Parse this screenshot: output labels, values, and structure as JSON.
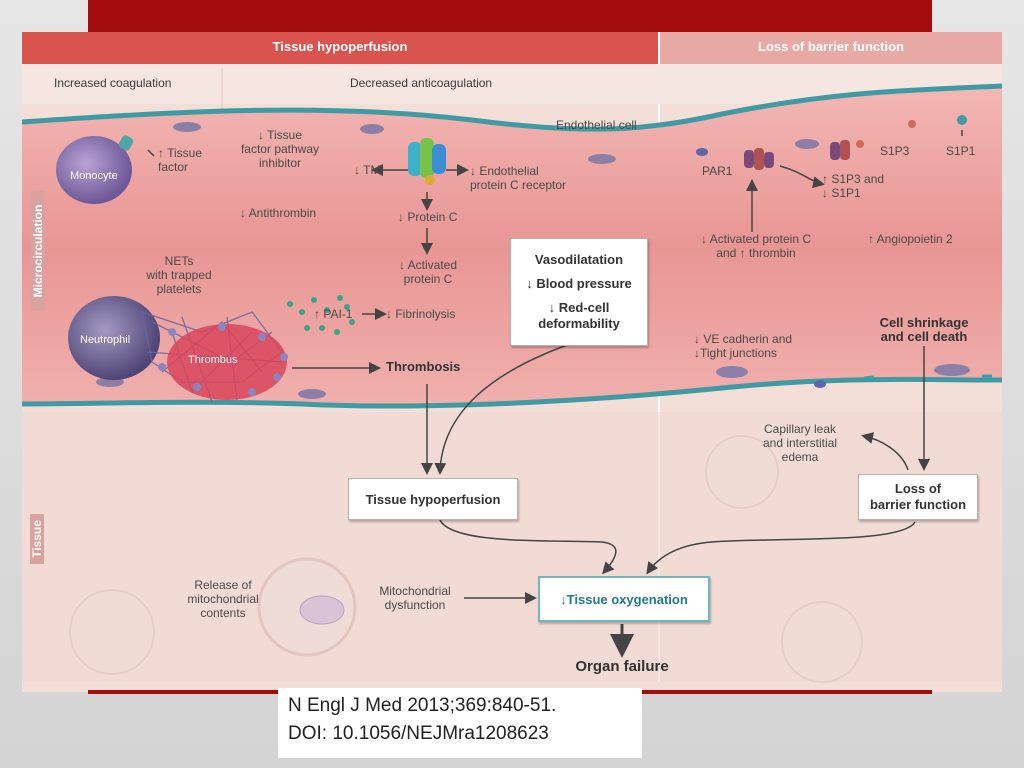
{
  "headers": {
    "left": "Tissue hypoperfusion",
    "right": "Loss of barrier function"
  },
  "subheaders": {
    "coag": "Increased coagulation",
    "anticoag": "Decreased anticoagulation"
  },
  "side_labels": {
    "micro": "Microcirculation",
    "tissue": "Tissue"
  },
  "cells": {
    "monocyte": "Monocyte",
    "neutrophil": "Neutrophil",
    "thrombus": "Thrombus"
  },
  "labels": {
    "tissue_factor": "↑ Tissue\nfactor",
    "tfpi": "↓ Tissue\nfactor pathway\ninhibitor",
    "antithrombin": "↓ Antithrombin",
    "tm": "↓ TM",
    "epcr": "↓ Endothelial\nprotein C receptor",
    "endothelial_cell": "Endothelial cell",
    "protein_c": "↓ Protein C",
    "activated_protein_c": "↓ Activated\nprotein C",
    "nets": "NETs\nwith trapped\nplatelets",
    "pai": "↑ PAI-1",
    "fibrinolysis": "↓ Fibrinolysis",
    "thrombosis": "Thrombosis",
    "par1": "PAR1",
    "s1p3_left": "S1P3",
    "s1p1_right": "S1P1",
    "s1p3_and": "↑ S1P3 and\n↓ S1P1",
    "apc_thrombin": "↓ Activated protein C\nand ↑ thrombin",
    "angiopoietin": "↑ Angiopoietin 2",
    "ve_cadherin": "↓ VE cadherin and\n↓Tight junctions",
    "cell_shrinkage": "Cell shrinkage\nand cell death",
    "capillary_leak": "Capillary leak\nand interstitial\nedema",
    "release_mito": "Release of\nmitochondrial\ncontents",
    "mito_dysfunction": "Mitochondrial\ndysfunction",
    "organ_failure": "Organ failure"
  },
  "boxes": {
    "vaso": [
      "Vasodilatation",
      "↓ Blood pressure",
      "↓ Red-cell",
      "deformability"
    ],
    "tissue_hypo": "Tissue hypoperfusion",
    "loss_barrier": [
      "Loss of",
      "barrier function"
    ],
    "tissue_oxy": "↓Tissue oxygenation"
  },
  "citation": {
    "line1": "N Engl J Med 2013;369:840-51.",
    "line2": "DOI: 10.1056/NEJMra1208623"
  },
  "colors": {
    "header_red": "#d9534f",
    "header_pink": "#e8a9a4",
    "vessel_teal": "#3f9aa4",
    "blood_pink": "#e99a98",
    "tissue_bg": "#f3ded8",
    "accent_red": "#a30d0d"
  }
}
